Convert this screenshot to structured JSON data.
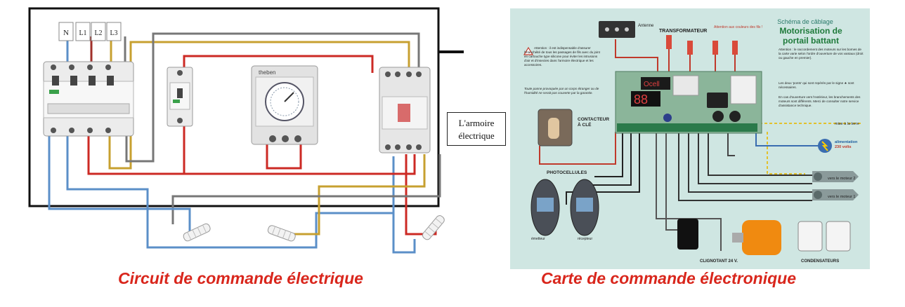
{
  "left_panel": {
    "phase_labels": [
      "N",
      "L1",
      "L2",
      "L3"
    ],
    "timer_brand": "theben",
    "callout": {
      "line1": "L'armoire",
      "line2": "électrique"
    }
  },
  "right_panel": {
    "title_small": "Schéma de câblage",
    "title_line1": "Motorisation de",
    "title_line2": "portail battant",
    "transformer_label": "TRANSFORMATEUR",
    "transformer_note": "Attention aux couleurs des fils !",
    "antenna_label": "Antenne",
    "contactor_label_1": "CONTACTEUR",
    "contactor_label_2": "À CLÉ",
    "photocells_label": "PHOTOCELLULES",
    "emitter_label": "émetteur",
    "receiver_label": "récepteur",
    "flasher_label": "CLIGNOTANT 24 V.",
    "capacitors_label": "CONDENSATEURS",
    "earth_label": "mise à la terre",
    "power_label_1": "alimentation",
    "power_label_2": "230 volts",
    "motor2_label": "vers le moteur 2",
    "motor1_label": "vers le moteur 1",
    "display_digits": "88",
    "display_text": "Ocell",
    "warning_text": "Attention : il est indispensable d'assurer l'étanchéité de tous les passages de fils avec du joint en cartouche type silicone pour éviter les intrusions d'air et d'insectes dans l'armoire électrique et les accessoires.",
    "note_text": "Toute panne provoquée par un corps étranger ou de l'humidité ne serait pas couverte par la garantie.",
    "side_note_1": "Attention : le raccordement des moteurs sur les bornes de la carte varie selon l'ordre d'ouverture de vos vantaux (droit ou gauche en premier).",
    "side_note_2": "Les deux 'ponts' qui sont repérés par le signe ★ sont nécessaires.",
    "side_note_3": "En cas d'ouverture vers l'extérieur, les branchements des moteurs sont différents. Merci de consulter notre service d'assistance technique."
  },
  "captions": {
    "left": "Circuit de commande électrique",
    "right": "Carte de commande électronique"
  }
}
